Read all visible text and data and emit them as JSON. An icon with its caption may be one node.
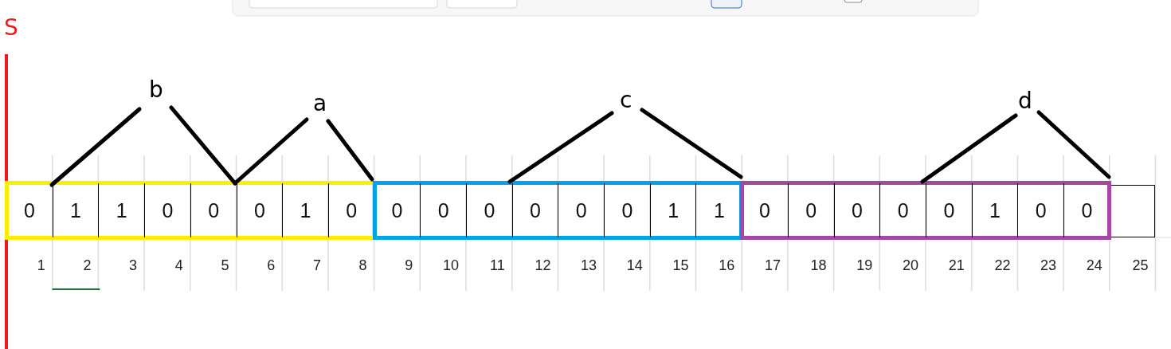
{
  "diagram": {
    "nodes": [
      {
        "text": [],
        "shape": "box"
      },
      {
        "text": [
          "0"
        ],
        "in": 0
      },
      {
        "text": [
          "1"
        ],
        "in": 0
      },
      {
        "text": [
          "1"
        ],
        "in": 0
      },
      {
        "text": [
          "0"
        ],
        "in": 0
      },
      {
        "text": [
          "0"
        ],
        "in": 0
      },
      {
        "text": [
          "0"
        ],
        "in": 0
      },
      {
        "text": [
          "1"
        ],
        "in": 0
      },
      {
        "text": [
          "0"
        ],
        "in": 0
      },
      {
        "text": [],
        "shape": "box"
      },
      {
        "text": [
          "0"
        ],
        "in": 9
      },
      {
        "text": [
          "0"
        ],
        "in": 9
      },
      {
        "text": [
          "0"
        ],
        "in": 9
      },
      {
        "text": [
          "0"
        ],
        "in": 9
      },
      {
        "text": [
          "0"
        ],
        "in": 9
      },
      {
        "text": [
          "0"
        ],
        "in": 9
      },
      {
        "text": [
          "1"
        ],
        "in": 9
      },
      {
        "text": [
          "1"
        ],
        "in": 9
      },
      {
        "text": [],
        "shape": "box"
      },
      {
        "text": [
          "0"
        ],
        "in": 18
      },
      {
        "text": [
          "0"
        ],
        "in": 18
      },
      {
        "text": [
          "0"
        ],
        "in": 18
      },
      {
        "text": [
          "0"
        ],
        "in": 18
      },
      {
        "text": [
          "0"
        ],
        "in": 18
      },
      {
        "text": [
          "1"
        ],
        "in": 18
      },
      {
        "text": [
          "0"
        ],
        "in": 18
      },
      {
        "text": [
          "0"
        ],
        "in": 18
      },
      {
        "text": [],
        "shape": "box"
      }
    ],
    "labels": [
      "S",
      "b",
      "a",
      "c",
      "d",
      "1",
      "2",
      "3",
      "4",
      "5",
      "6",
      "7",
      "8",
      "9",
      "10",
      "11",
      "12",
      "13",
      "14",
      "15",
      "16",
      "17",
      "18",
      "19",
      "20",
      "21",
      "22",
      "23",
      "24",
      "25"
    ]
  }
}
